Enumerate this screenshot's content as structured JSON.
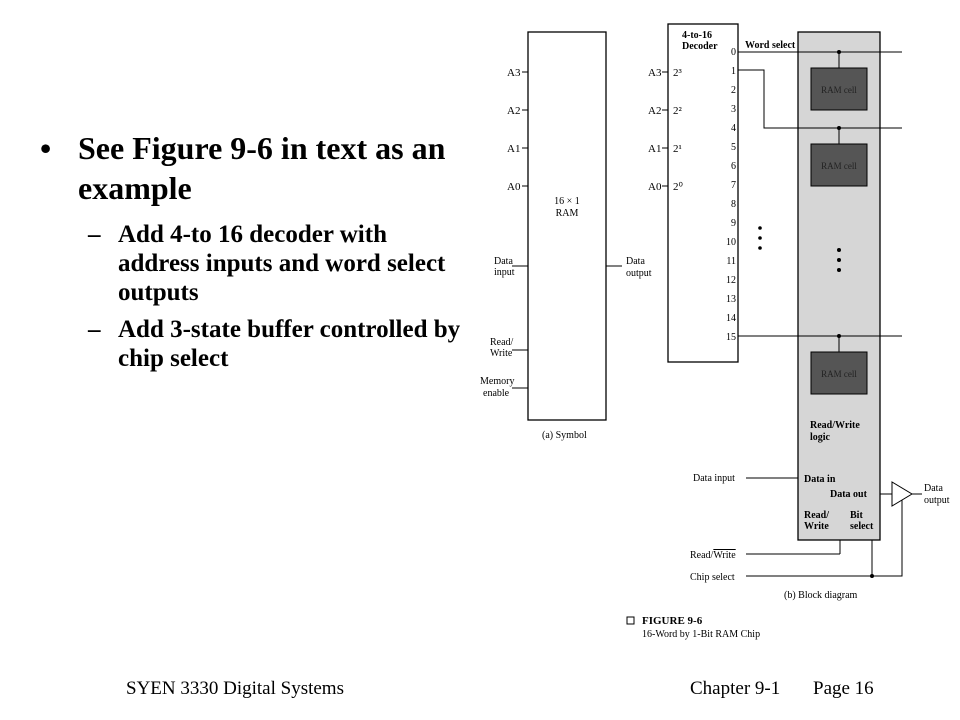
{
  "bullet": {
    "main": "See Figure 9-6 in text as an example",
    "subs": [
      "Add 4-to 16 decoder with address inputs and word select outputs",
      "Add 3-state buffer controlled by chip select"
    ]
  },
  "symbol": {
    "inputs": [
      "A3",
      "A2",
      "A1",
      "A0"
    ],
    "data_input": "Data input",
    "read_write": "Read/ Write",
    "memory_enable": "Memory enable",
    "ram_label": "16 × 1 RAM",
    "data_output": "Data output",
    "caption": "(a) Symbol"
  },
  "decoder": {
    "title": "4-to-16 Decoder",
    "address_inputs": [
      "A3",
      "A2",
      "A1",
      "A0"
    ],
    "weights": [
      "2³",
      "2²",
      "2¹",
      "2⁰"
    ],
    "outputs": [
      "0",
      "1",
      "2",
      "3",
      "4",
      "5",
      "6",
      "7",
      "8",
      "9",
      "10",
      "11",
      "12",
      "13",
      "14",
      "15"
    ]
  },
  "block": {
    "word_select": "Word select",
    "ram_cell": "RAM cell",
    "rw_logic": "Read/Write logic",
    "data_in": "Data in",
    "data_out": "Data out",
    "rw": "Read/ Write",
    "bit_select": "Bit select",
    "data_input": "Data input",
    "read_write_bar": "Read/Write",
    "chip_select": "Chip select",
    "data_output": "Data output",
    "caption": "(b) Block diagram"
  },
  "figure": {
    "title": "FIGURE 9-6",
    "subtitle": "16-Word by 1-Bit RAM Chip"
  },
  "footer": {
    "course": "SYEN 3330 Digital Systems",
    "chapter": "Chapter 9-1",
    "page": "Page 16"
  }
}
